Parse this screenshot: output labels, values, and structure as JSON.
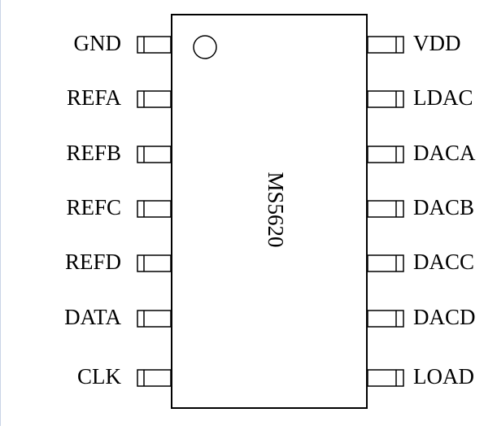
{
  "chip": {
    "part_number": "MS5620",
    "left_pins": [
      "GND",
      "REFA",
      "REFB",
      "REFC",
      "REFD",
      "DATA",
      "CLK"
    ],
    "right_pins": [
      "VDD",
      "LDAC",
      "DACA",
      "DACB",
      "DACC",
      "DACD",
      "LOAD"
    ]
  }
}
